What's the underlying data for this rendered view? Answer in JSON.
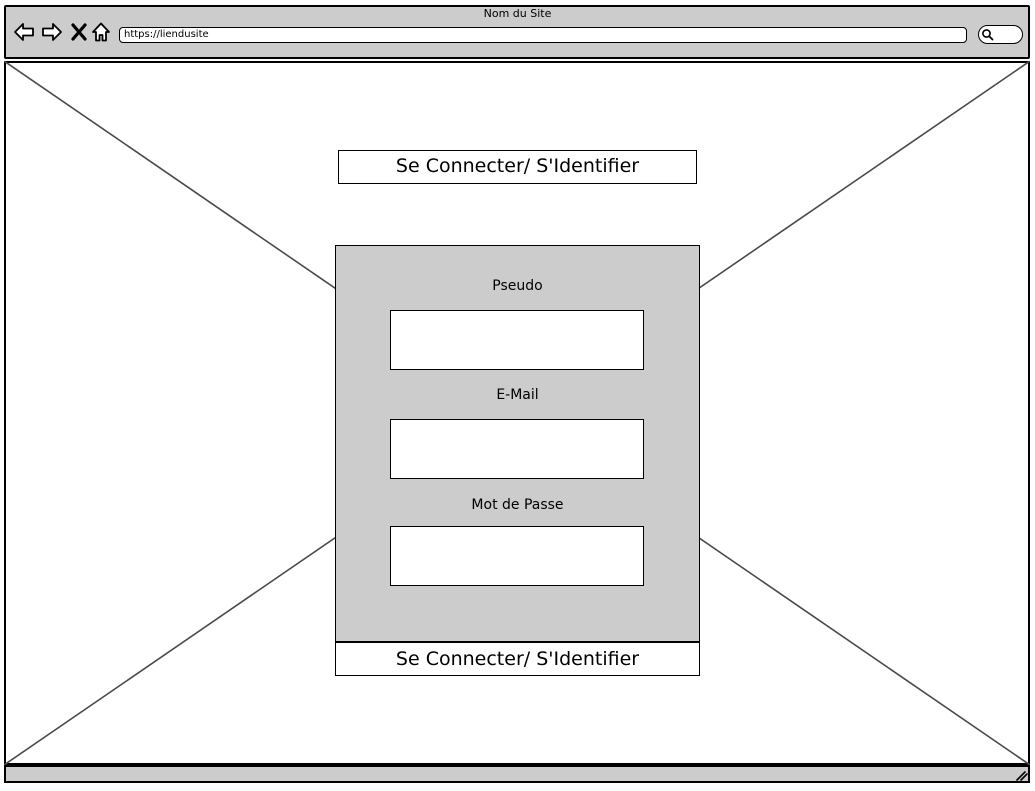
{
  "browser": {
    "site_title": "Nom du Site",
    "url": "https://liendusite",
    "icons": [
      "back-arrow-icon",
      "forward-arrow-icon",
      "close-icon",
      "home-icon",
      "search-icon"
    ]
  },
  "page": {
    "title": "Se Connecter/ S'Identifier",
    "form": {
      "fields": [
        {
          "label": "Pseudo",
          "value": "",
          "placeholder": ""
        },
        {
          "label": "E-Mail",
          "value": "",
          "placeholder": ""
        },
        {
          "label": "Mot de Passe",
          "value": "",
          "placeholder": ""
        }
      ],
      "submit_label": "Se Connecter/ S'Identifier"
    }
  },
  "colors": {
    "chrome_gray": "#cccccc",
    "panel_gray": "#cccccc",
    "stroke": "#000000"
  }
}
